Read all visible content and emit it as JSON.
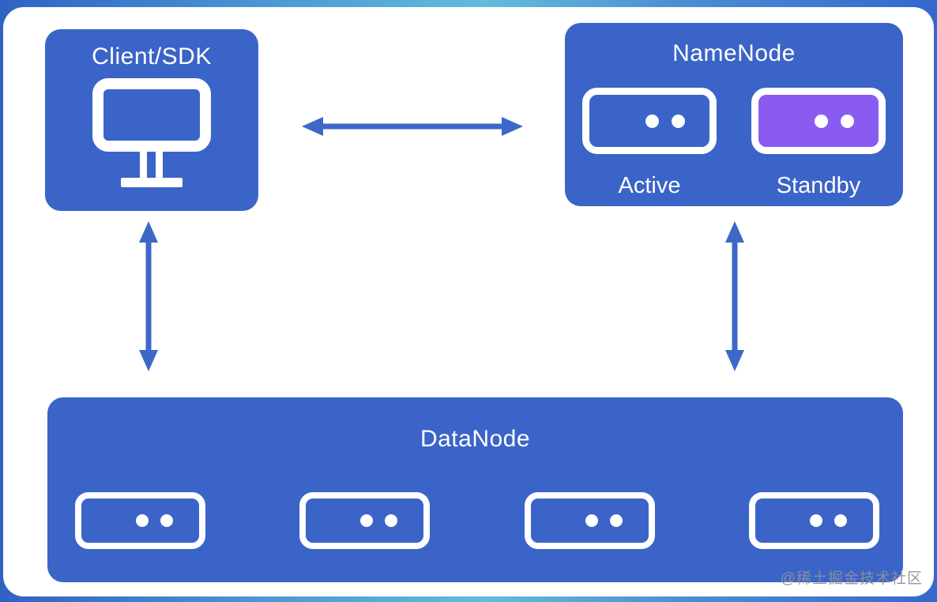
{
  "diagram": {
    "nodes": {
      "client": {
        "label": "Client/SDK",
        "icon": "monitor-icon"
      },
      "namenode": {
        "label": "NameNode",
        "servers": [
          {
            "name": "active",
            "label": "Active",
            "fill": "#3B64C8"
          },
          {
            "name": "standby",
            "label": "Standby",
            "fill": "#8A5BF0"
          }
        ]
      },
      "datanode": {
        "label": "DataNode",
        "server_count": 4
      }
    },
    "edges": [
      {
        "from": "client",
        "to": "namenode",
        "bidirectional": true,
        "orientation": "horizontal"
      },
      {
        "from": "client",
        "to": "datanode",
        "bidirectional": true,
        "orientation": "vertical"
      },
      {
        "from": "namenode",
        "to": "datanode",
        "bidirectional": true,
        "orientation": "vertical"
      }
    ]
  },
  "colors": {
    "node_blue": "#3B64C8",
    "standby_purple": "#8A5BF0",
    "arrow_blue": "#3E68C8",
    "card_white": "#FFFFFF",
    "text_white": "#FFFFFF",
    "background_gradient": [
      "#2F62C4",
      "#62BCDA",
      "#3468CD"
    ],
    "watermark_gray": "#8E9095"
  },
  "watermark": {
    "text": "@稀土掘金技术社区"
  }
}
